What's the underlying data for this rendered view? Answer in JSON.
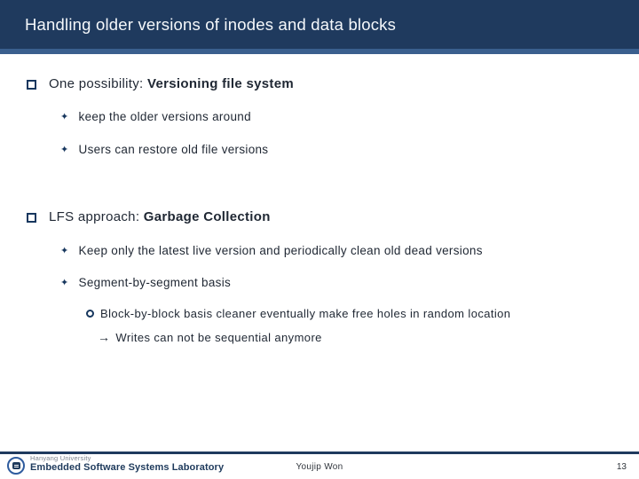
{
  "slide": {
    "title": "Handling older versions of inodes and data blocks",
    "bullets": {
      "b1_prefix": "One possibility: ",
      "b1_bold": "Versioning file system",
      "b1_sub1": "keep the older versions around",
      "b1_sub2": "Users can restore old file versions",
      "b2_prefix": "LFS approach: ",
      "b2_bold": "Garbage Collection",
      "b2_sub1": "Keep only the latest live version and periodically clean old dead versions",
      "b2_sub2": "Segment-by-segment basis",
      "b2_sub2_item": "Block-by-block basis cleaner eventually make free holes in random location",
      "b2_sub2_note": "Writes can not be sequential anymore"
    },
    "icons": {
      "diamond_bullet": "✦",
      "arrow_right": "→"
    },
    "footer": {
      "university": "Hanyang University",
      "lab": "Embedded Software Systems Laboratory",
      "author": "Youjip Won",
      "page_number": "13"
    },
    "colors": {
      "header_navy": "#1f3a5e",
      "header_strip_blue": "#3a5f8e",
      "bullet_navy": "#17375e",
      "body_text": "#1f2733",
      "logo_blue": "#2f5c9e"
    }
  }
}
